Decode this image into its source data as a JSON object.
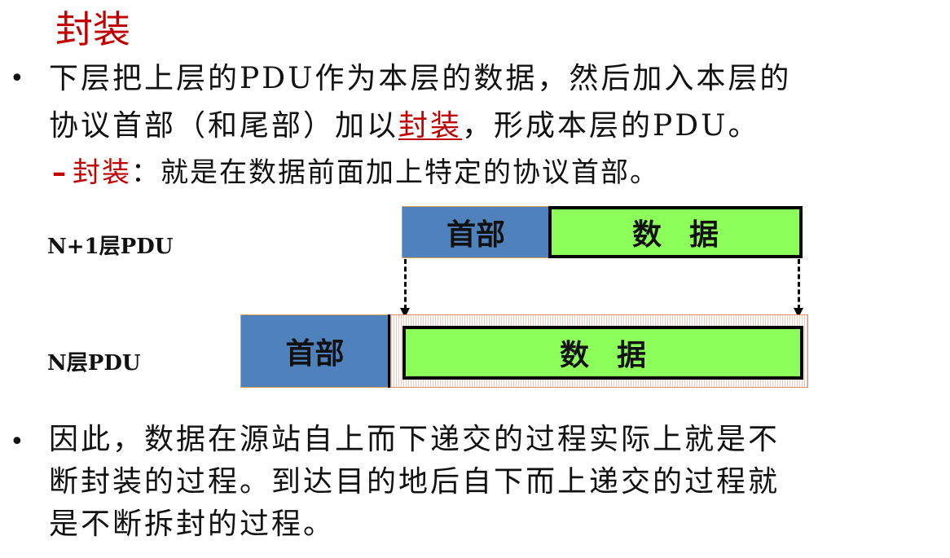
{
  "title": "封装",
  "bullet1": {
    "line1": "下层把上层的PDU作为本层的数据，然后加入本层的",
    "line2_pre": "协议首部（和尾部）加以",
    "line2_highlight": "封装",
    "line2_post": "，形成本层的PDU。"
  },
  "sub_point": {
    "dash": "–",
    "term": "封装",
    "definition": "：就是在数据前面加上特定的协议首部。"
  },
  "diagram": {
    "upper_label": "N+1层PDU",
    "lower_label": "N层PDU",
    "header_text": "首部",
    "data_text": "数据",
    "colors": {
      "header": "#4f81bd",
      "data": "#8cff5a",
      "border": "#000000",
      "padding": "#f7c9bb"
    }
  },
  "bullet2": {
    "line1": "因此，数据在源站自上而下递交的过程实际上就是不",
    "line2": "断封装的过程。到达目的地后自下而上递交的过程就",
    "line3": "是不断拆封的过程。"
  }
}
